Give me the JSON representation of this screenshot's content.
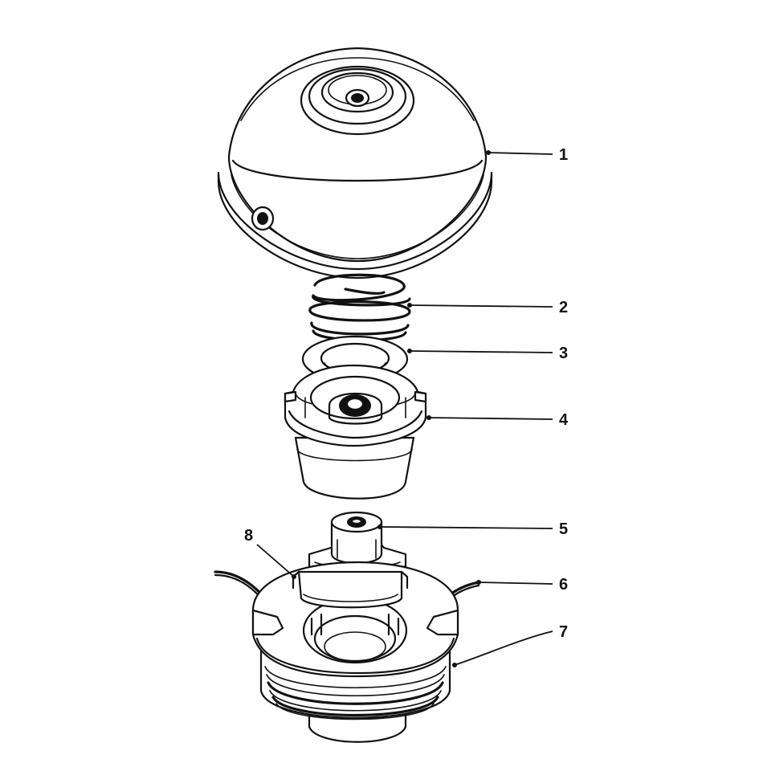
{
  "diagram": {
    "callouts": [
      {
        "id": "1",
        "label": "1"
      },
      {
        "id": "2",
        "label": "2"
      },
      {
        "id": "3",
        "label": "3"
      },
      {
        "id": "4",
        "label": "4"
      },
      {
        "id": "5",
        "label": "5"
      },
      {
        "id": "6",
        "label": "6"
      },
      {
        "id": "7",
        "label": "7"
      },
      {
        "id": "8",
        "label": "8"
      }
    ]
  },
  "colors": {
    "ink": "#111111",
    "background": "#ffffff"
  }
}
